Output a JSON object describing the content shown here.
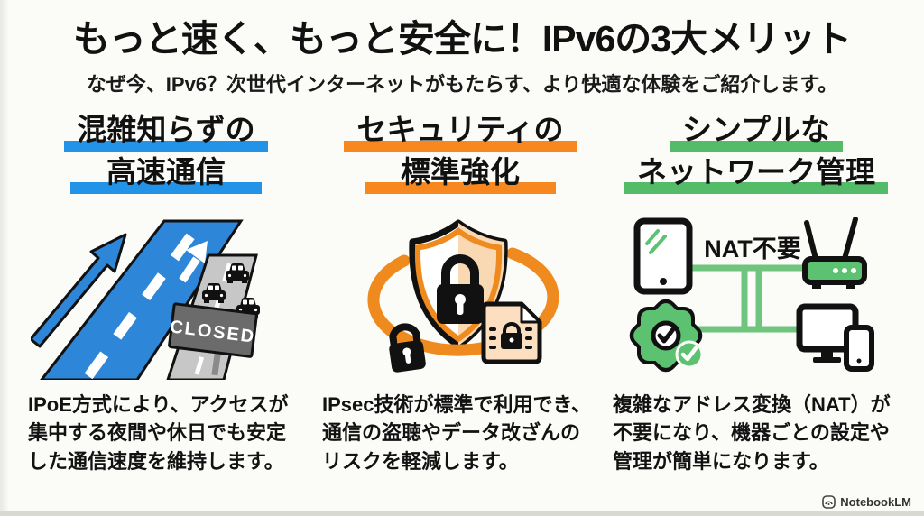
{
  "poster": {
    "title": "もっと速く、もっと安全に！IPv6の3大メリット",
    "subtitle": "なぜ今、IPv6？次世代インターネットがもたらす、より快適な体験をご紹介します。"
  },
  "columns": [
    {
      "heading_line1": "混雑知らずの",
      "heading_line2": "高速通信",
      "accent_color": "#2293E6",
      "description": "IPoE方式により、アクセスが集中する夜間や休日でも安定した通信速度を維持します。",
      "illustration": {
        "name": "highway-fast-vs-congested",
        "closed_sign_label": "CLOSED"
      }
    },
    {
      "heading_line1": "セキュリティの",
      "heading_line2": "標準強化",
      "accent_color": "#F6881F",
      "description": "IPsec技術が標準で利用でき、通信の盗聴やデータ改ざんのリスクを軽減します。",
      "illustration": {
        "name": "security-shield-locks"
      }
    },
    {
      "heading_line1": "シンプルな",
      "heading_line2": "ネットワーク管理",
      "accent_color": "#54BB68",
      "description": "複雑なアドレス変換（NAT）が不要になり、機器ごとの設定や管理が簡単になります。",
      "illustration": {
        "name": "simple-network-devices",
        "nat_label": "NAT不要"
      }
    }
  ],
  "footer": {
    "watermark": "NotebookLM"
  }
}
